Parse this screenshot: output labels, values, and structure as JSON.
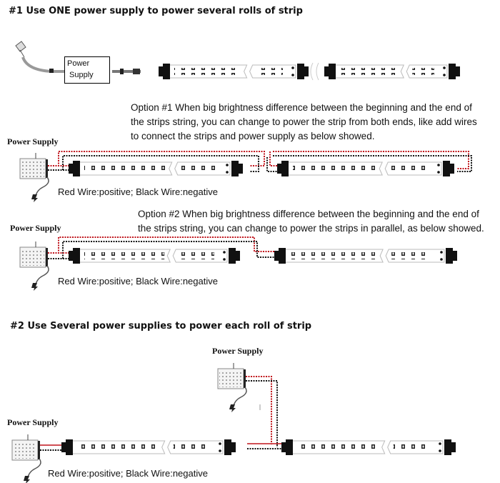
{
  "section1": {
    "heading": "#1 Use ONE power supply to power several rolls of strip",
    "top_diagram": {
      "power_supply_box_line1": "Power",
      "power_supply_box_line2": "Supply"
    },
    "option1": {
      "text": "Option #1 When big brightness difference between the beginning and the end of the strips string, you can change to power the strip from both ends, like add wires to connect the strips and power supply as below showed.",
      "line1": "Option #1 When big brightness difference between the beginning and the end of",
      "line2": "the strips string, you can change to power the strip from both ends, like add wires",
      "line3": "to connect the strips and power supply as below showed.",
      "power_supply_label": "Power Supply",
      "wire_label": "Red Wire:positive;  Black Wire:negative"
    },
    "option2": {
      "line1": "Option #2 When big brightness difference between the beginning and the end of",
      "line2": "the strips string, you can change to power the strips in parallel, as below showed.",
      "power_supply_label": "Power Supply",
      "wire_label": "Red Wire:positive;  Black Wire:negative"
    }
  },
  "section2": {
    "heading": "#2 Use Several power supplies to power each roll of strip",
    "upper_power_supply_label": "Power Supply",
    "lower_power_supply_label": "Power Supply",
    "wire_label": "Red Wire:positive;  Black Wire:negative"
  },
  "colors": {
    "positive_wire": "#c0141c",
    "negative_wire": "#111111",
    "connector": "#111111"
  }
}
